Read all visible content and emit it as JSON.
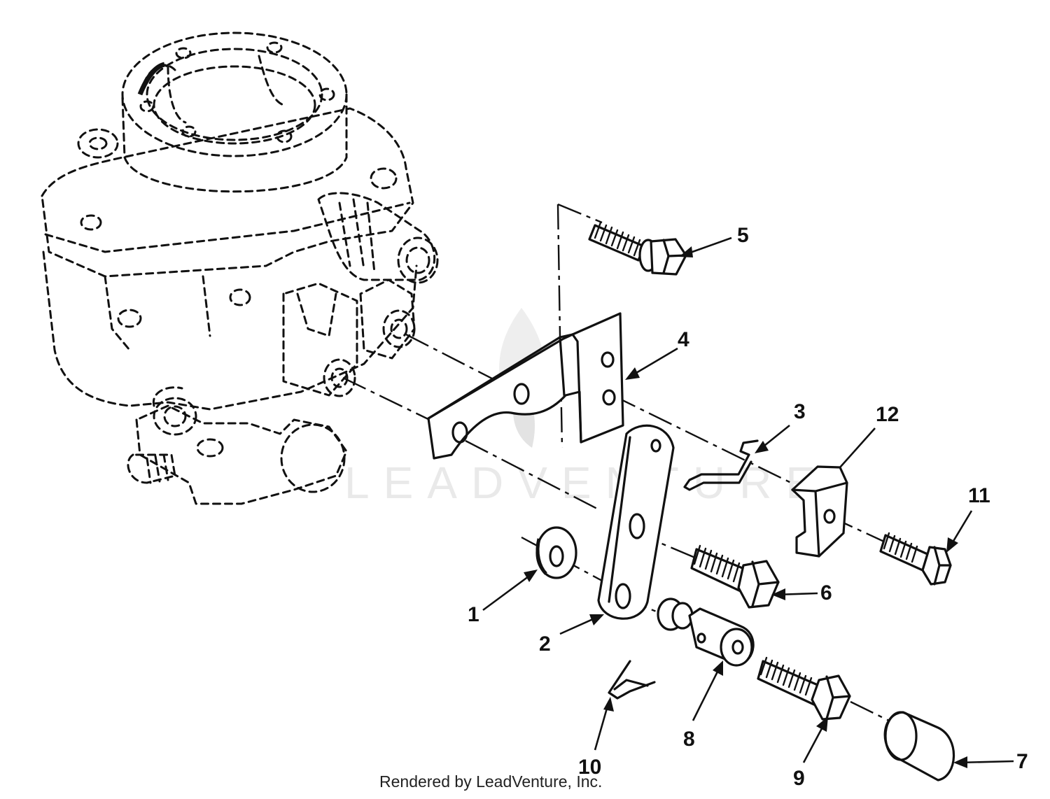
{
  "diagram": {
    "watermark": "LEADVENTURE",
    "callouts": [
      {
        "id": "1",
        "label": "1"
      },
      {
        "id": "2",
        "label": "2"
      },
      {
        "id": "3",
        "label": "3"
      },
      {
        "id": "4",
        "label": "4"
      },
      {
        "id": "5",
        "label": "5"
      },
      {
        "id": "6",
        "label": "6"
      },
      {
        "id": "7",
        "label": "7"
      },
      {
        "id": "8",
        "label": "8"
      },
      {
        "id": "9",
        "label": "9"
      },
      {
        "id": "10",
        "label": "10"
      },
      {
        "id": "11",
        "label": "11"
      },
      {
        "id": "12",
        "label": "12"
      }
    ]
  },
  "footer": {
    "credit": "Rendered by LeadVenture, Inc."
  }
}
